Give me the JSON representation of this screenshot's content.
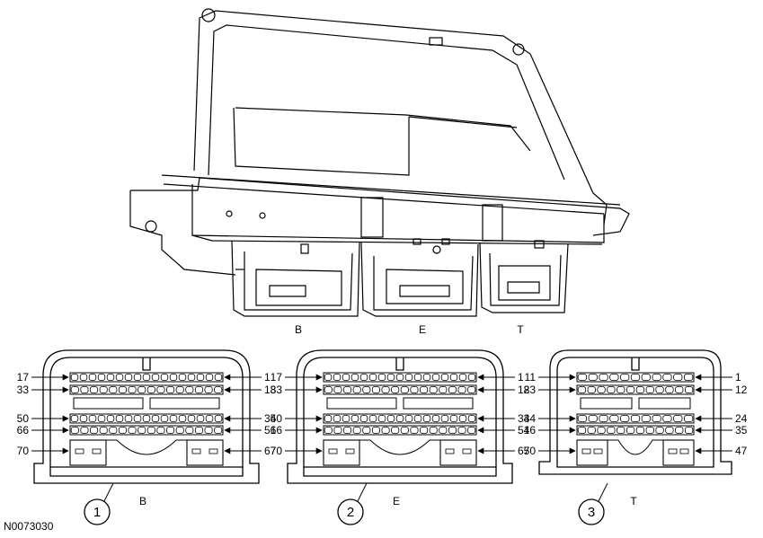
{
  "module_view": {
    "connector_labels": [
      "B",
      "E",
      "T"
    ]
  },
  "connectors": [
    {
      "callout": "1",
      "letter": "B",
      "pins": {
        "row1_left": "17",
        "row1_right": "1",
        "row2_left": "33",
        "row2_right": "18",
        "row3_left": "50",
        "row3_right": "34",
        "row4_left": "66",
        "row4_right": "51",
        "power_left": "70",
        "power_right": "67"
      }
    },
    {
      "callout": "2",
      "letter": "E",
      "pins": {
        "row1_left": "17",
        "row1_right": "1",
        "row2_left": "33",
        "row2_right": "18",
        "row3_left": "50",
        "row3_right": "34",
        "row4_left": "66",
        "row4_right": "51",
        "power_left": "70",
        "power_right": "67"
      }
    },
    {
      "callout": "3",
      "letter": "T",
      "pins": {
        "row1_left": "11",
        "row1_right": "1",
        "row2_left": "23",
        "row2_right": "12",
        "row3_left": "34",
        "row3_right": "24",
        "row4_left": "46",
        "row4_right": "35",
        "power_left": "50",
        "power_right": "47"
      }
    }
  ],
  "figure_id": "N0073030"
}
